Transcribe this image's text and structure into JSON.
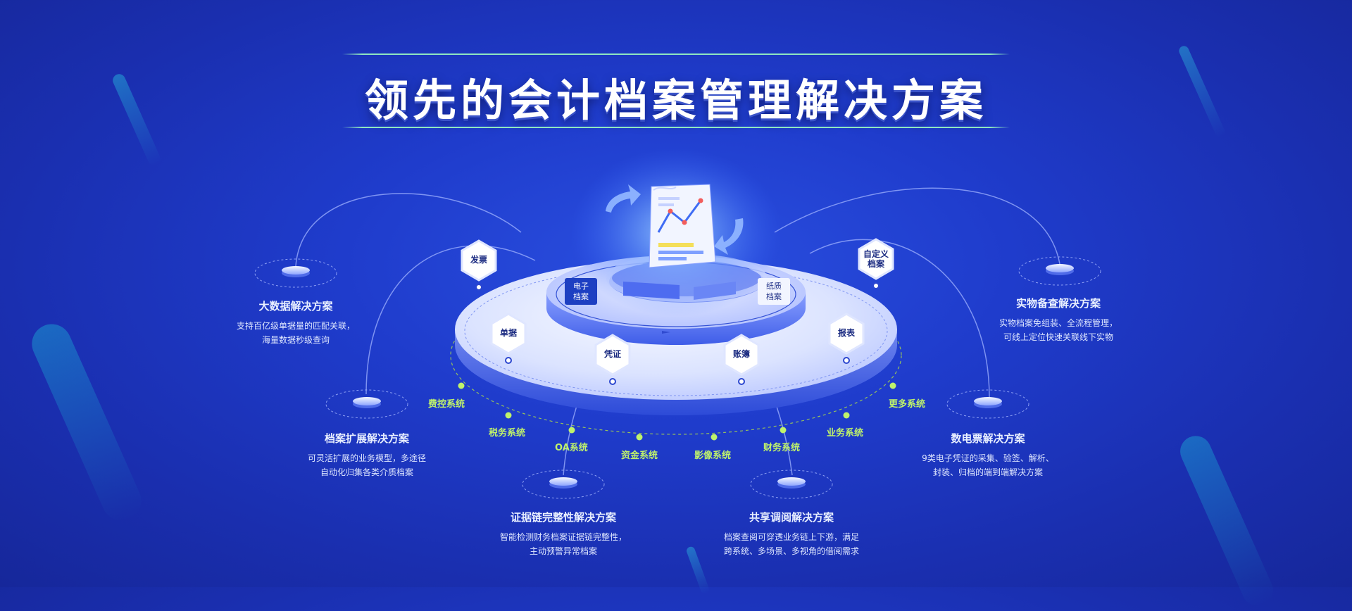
{
  "title": "领先的会计档案管理解决方案",
  "solutions": [
    {
      "title": "大数据解决方案",
      "line1": "支持百亿级单据量的匹配关联，",
      "line2": "海量数据秒级查询"
    },
    {
      "title": "档案扩展解决方案",
      "line1": "可灵活扩展的业务模型，多途径",
      "line2": "自动化归集各类介质档案"
    },
    {
      "title": "证据链完整性解决方案",
      "line1": "智能检测财务档案证据链完整性，",
      "line2": "主动预警异常档案"
    },
    {
      "title": "共享调阅解决方案",
      "line1": "档案查阅可穿透业务链上下游，满足",
      "line2": "跨系统、多场景、多视角的借阅需求"
    },
    {
      "title": "数电票解决方案",
      "line1": "9类电子凭证的采集、验签、解析、",
      "line2": "封装、归档的端到端解决方案"
    },
    {
      "title": "实物备查解决方案",
      "line1": "实物档案免组装、全流程管理，",
      "line2": "可线上定位快速关联线下实物"
    }
  ],
  "documents": {
    "fapiao": "发票",
    "danju": "单据",
    "pingzheng": "凭证",
    "zhangbu": "账簿",
    "baobiao": "报表",
    "custom_line1": "自定义",
    "custom_line2": "档案"
  },
  "tags": {
    "electronic_line1": "电子",
    "electronic_line2": "档案",
    "paper_line1": "纸质",
    "paper_line2": "档案"
  },
  "systems": [
    "费控系统",
    "税务系统",
    "OA系统",
    "资金系统",
    "影像系统",
    "财务系统",
    "业务系统",
    "更多系统"
  ],
  "colors": {
    "background": "#1f3ccc",
    "system_text": "#bff26b",
    "title_line": "#8fe6c0",
    "platform": "#dfe6ff"
  },
  "icons": [
    "document-chart-icon",
    "cycle-arrow-icon",
    "hexagon-icon",
    "node-disc-icon"
  ]
}
